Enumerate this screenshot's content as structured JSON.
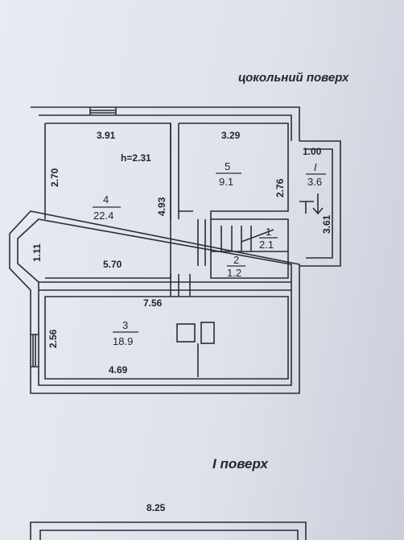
{
  "headings": {
    "basement": "цокольний поверх",
    "first_floor": "І поверх",
    "first_floor_width": "8.25"
  },
  "ceiling_height": "h=2.31",
  "dimensions": {
    "room4_top": "3.91",
    "room4_left": "2.70",
    "room4_right": "4.93",
    "bay_left": "1.11",
    "room4_bottom": "5.70",
    "room5_top": "3.29",
    "room5_right": "2.76",
    "stair_width": "1.00",
    "stair_right": "3.61",
    "room3_top": "7.56",
    "room3_left": "2.56",
    "room3_bottom": "4.69"
  },
  "rooms": [
    {
      "number": "4",
      "area": "22.4"
    },
    {
      "number": "5",
      "area": "9.1"
    },
    {
      "number": "3",
      "area": "18.9"
    },
    {
      "number": "1",
      "area": "2.1"
    },
    {
      "number": "2",
      "area": "1.2"
    },
    {
      "number": "I",
      "area": "3.6"
    }
  ]
}
